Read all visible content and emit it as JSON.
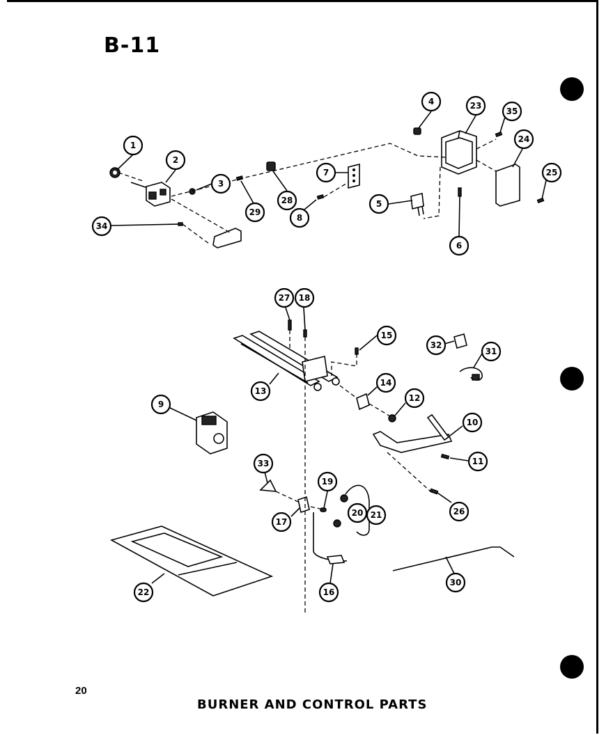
{
  "page": {
    "code": "B-11",
    "number": "20",
    "caption": "BURNER AND CONTROL PARTS"
  },
  "callouts": [
    "1",
    "2",
    "3",
    "4",
    "5",
    "6",
    "7",
    "8",
    "9",
    "10",
    "11",
    "12",
    "13",
    "14",
    "15",
    "16",
    "17",
    "18",
    "19",
    "20",
    "20",
    "21",
    "22",
    "23",
    "24",
    "25",
    "26",
    "27",
    "28",
    "29",
    "30",
    "31",
    "32",
    "33",
    "34",
    "35"
  ]
}
